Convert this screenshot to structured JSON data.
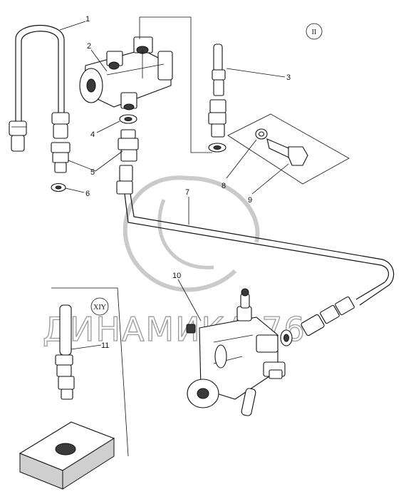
{
  "callouts": [
    "1",
    "2",
    "3",
    "4",
    "5",
    "6",
    "7",
    "8",
    "9",
    "10",
    "11"
  ],
  "view_labels": {
    "view_a": "II",
    "view_b": "XIY"
  },
  "watermark": "ДИНАМИКА 76"
}
